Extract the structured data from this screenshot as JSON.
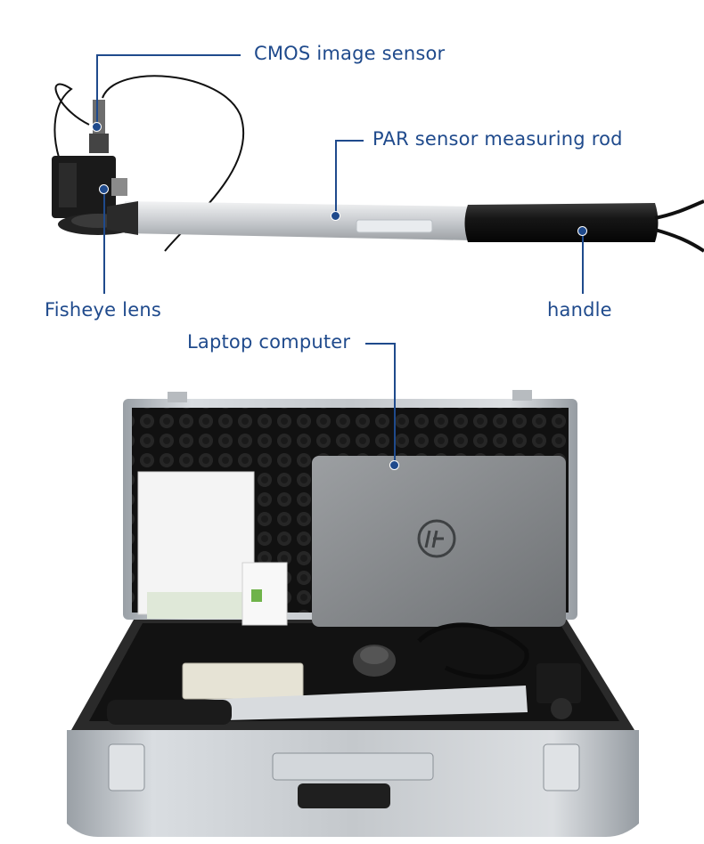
{
  "callouts": {
    "cmos_sensor": "CMOS image sensor",
    "par_rod": "PAR sensor measuring rod",
    "fisheye_lens": "Fisheye lens",
    "handle": "handle",
    "laptop": "Laptop computer"
  },
  "colors": {
    "callout": "#1f4a8c",
    "rod": "#d9dcdf",
    "handle": "#1b1b1b",
    "case_metal": "#c8ccd0",
    "foam": "#161616",
    "laptop": "#8a8d90"
  }
}
